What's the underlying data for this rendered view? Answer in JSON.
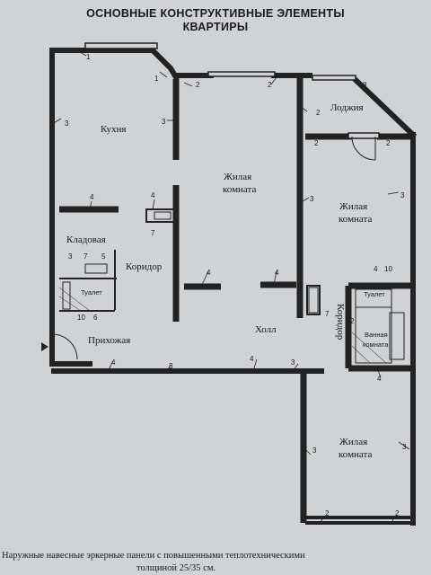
{
  "title": {
    "line1": "ОСНОВНЫЕ КОНСТРУКТИВНЫЕ ЭЛЕМЕНТЫ",
    "line2": "КВАРТИРЫ"
  },
  "rooms": {
    "kitchen": "Кухня",
    "living1_a": "Жилая",
    "living1_b": "комната",
    "loggia": "Лоджия",
    "living2_a": "Жилая",
    "living2_b": "комната",
    "pantry": "Кладовая",
    "corridor1": "Коридор",
    "toilet1": "Туалет",
    "hallway": "Прихожая",
    "hall": "Холл",
    "corridor2": "Коридор",
    "toilet2": "Туалет",
    "bathroom_a": "Ванная",
    "bathroom_b": "комната",
    "living3_a": "Жилая",
    "living3_b": "комната"
  },
  "labels": {
    "n1": "1",
    "n2": "2",
    "n3": "3",
    "n4": "4",
    "n5": "5",
    "n6": "6",
    "n7": "7",
    "n8": "8",
    "n10": "10"
  },
  "footer": {
    "line1": "Наружные навесные эркерные панели с повышенными теплотехническими",
    "line2": "толщиной 25/35 см."
  },
  "colors": {
    "background": "#cfd3d6",
    "wall": "#222222",
    "ink": "#1a1a1a"
  }
}
